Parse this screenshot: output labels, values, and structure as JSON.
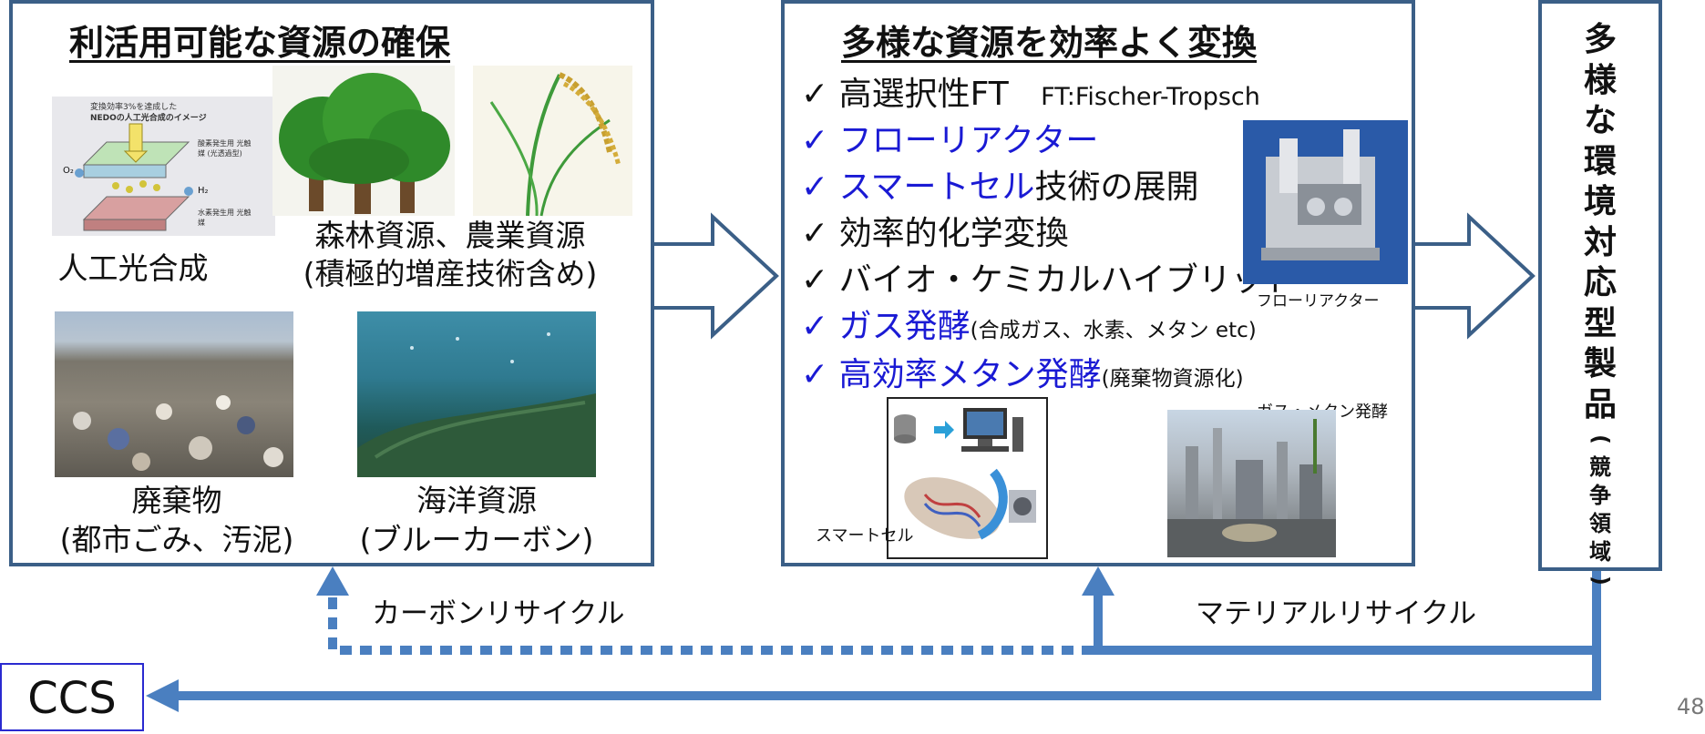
{
  "left_box": {
    "title": "利活用可能な資源の確保",
    "photo_artificial_photosynthesis": {
      "caption": "人工光合成",
      "img_text_1": "変換効率3%を達成した",
      "img_text_2": "NEDOの人工光合成のイメージ",
      "img_text_3": "酸素発生用 光触媒 (光透過型)",
      "img_text_4": "水素発生用 光触媒",
      "img_o2": "O₂",
      "img_h2": "H₂"
    },
    "photo_forest_agri": {
      "caption_line1": "森林資源、農業資源",
      "caption_line2": "(積極的増産技術含め)"
    },
    "photo_waste": {
      "caption_line1": "廃棄物",
      "caption_line2": "(都市ごみ、汚泥)"
    },
    "photo_ocean": {
      "caption_line1": "海洋資源",
      "caption_line2": "(ブルーカーボン)"
    }
  },
  "middle_box": {
    "title": "多様な資源を効率よく変換",
    "check": "✓",
    "items": [
      {
        "text": "高選択性FT",
        "note": "FT:Fischer-Tropsch"
      },
      {
        "highlight": "フローリアクター"
      },
      {
        "highlight": "スマートセル",
        "text": "技術の展開"
      },
      {
        "text": "効率的化学変換"
      },
      {
        "text": "バイオ・ケミカルハイブリッド"
      },
      {
        "highlight": "ガス発酵",
        "small": "(合成ガス、水素、メタン etc)"
      },
      {
        "highlight": "高効率メタン発酵",
        "small": "(廃棄物資源化)"
      }
    ],
    "flow_reactor_caption": "フローリアクター",
    "smart_cell_caption": "スマートセル",
    "gas_methane_caption": "ガス・メタン発酵"
  },
  "right_box": {
    "chars": [
      "多",
      "様",
      "な",
      "環",
      "境",
      "対",
      "応",
      "型",
      "製",
      "品"
    ],
    "paren_open": "(",
    "small_chars": [
      "競",
      "争",
      "領",
      "域"
    ],
    "paren_close": ")"
  },
  "cycle_labels": {
    "carbon_recycle": "カーボンリサイクル",
    "material_recycle": "マテリアルリサイクル"
  },
  "ccs": {
    "label": "CCS"
  },
  "page_number": "48",
  "colors": {
    "border": "#3b5f87",
    "arrow": "#4a7fc0",
    "highlight": "#1a1ad4"
  }
}
